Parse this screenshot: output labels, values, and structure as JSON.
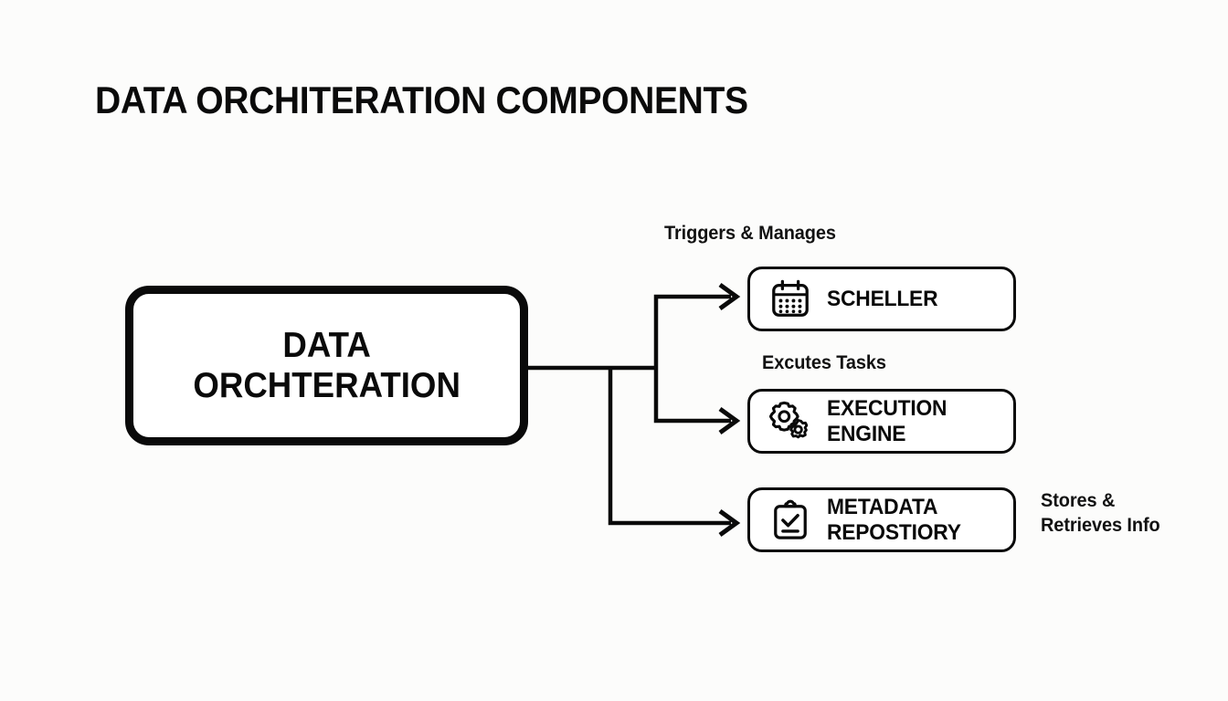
{
  "page": {
    "title": "DATA ORCHITERATION COMPONENTS",
    "background_color": "#fcfcfb",
    "ink_color": "#0a0a0a"
  },
  "hub": {
    "label": "DATA\nORCHTERATION",
    "shape": "rounded-rectangle"
  },
  "nodes": [
    {
      "id": "scheduler",
      "label": "SCHELLER",
      "icon": "calendar-icon",
      "edge_label": "Triggers & Manages"
    },
    {
      "id": "execution",
      "label": "EXECUTION ENGINE",
      "icon": "gears-icon",
      "edge_label": "Excutes Tasks"
    },
    {
      "id": "metadata",
      "label": "METADATA\nREPOSTIORY",
      "icon": "clipboard-check-icon",
      "edge_label": "Stores &\nRetrieves Info"
    }
  ],
  "diagram_data": {
    "type": "node-link-diagram",
    "orientation": "left-to-right",
    "root": "DATA ORCHTERATION",
    "edges": [
      {
        "from": "DATA ORCHTERATION",
        "to": "SCHELLER",
        "label": "Triggers & Manages"
      },
      {
        "from": "DATA ORCHTERATION",
        "to": "EXECUTION ENGINE",
        "label": "Excutes Tasks"
      },
      {
        "from": "DATA ORCHTERATION",
        "to": "METADATA REPOSTIORY",
        "label": "Stores & Retrieves Info"
      }
    ],
    "arrow_style": "open-chevron",
    "line_color": "#0a0a0a"
  }
}
